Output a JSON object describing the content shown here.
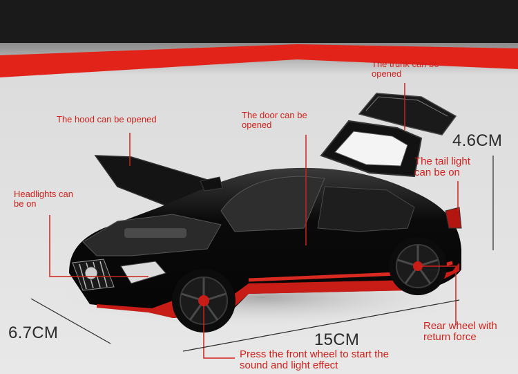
{
  "callouts": {
    "trunk": "The trunk can be\nopened",
    "hood": "The hood can be opened",
    "door": "The door can be\nopened",
    "tail_light": "The tail light\ncan be on",
    "headlights": "Headlights can\nbe on",
    "rear_wheel": "Rear wheel with\nreturn force",
    "front_wheel": "Press the front wheel to start the\nsound and light effect"
  },
  "dimensions": {
    "height": "4.6CM",
    "width": "6.7CM",
    "length": "15CM"
  },
  "colors": {
    "accent_red": "#d0211b",
    "car_body": "#0b0b0b",
    "background": "#e4e4e4"
  }
}
